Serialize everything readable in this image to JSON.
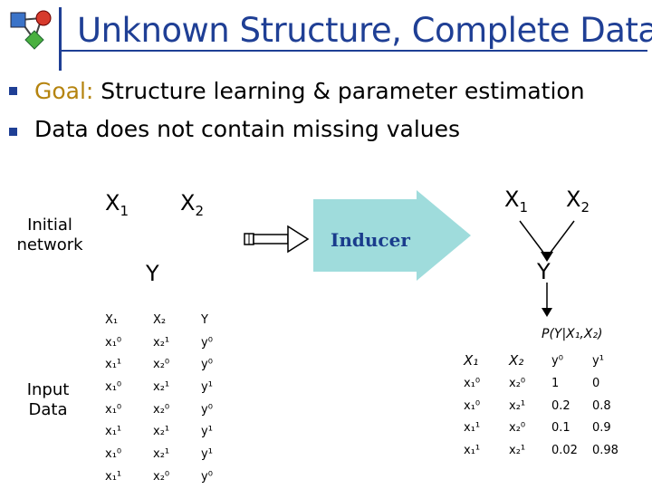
{
  "title": "Unknown Structure, Complete Data",
  "bullets": [
    {
      "label": "Goal:",
      "text": " Structure learning & parameter estimation"
    },
    {
      "label": "",
      "text": "Data does not contain missing values"
    }
  ],
  "initial_network_label": [
    "Initial",
    "network"
  ],
  "input_data_label": [
    "Input",
    "Data"
  ],
  "inducer_label": "Inducer",
  "nodes": {
    "x1": "X",
    "x2": "X",
    "y": "Y",
    "x1_sub": "1",
    "x2_sub": "2"
  },
  "input_table": {
    "headers": [
      "X₁",
      "X₂",
      "Y"
    ],
    "rows": [
      [
        "x₁⁰",
        "x₂¹",
        "y⁰"
      ],
      [
        "x₁¹",
        "x₂⁰",
        "y⁰"
      ],
      [
        "x₁⁰",
        "x₂¹",
        "y¹"
      ],
      [
        "x₁⁰",
        "x₂⁰",
        "y⁰"
      ],
      [
        "x₁¹",
        "x₂¹",
        "y¹"
      ],
      [
        "x₁⁰",
        "x₂¹",
        "y¹"
      ],
      [
        "x₁¹",
        "x₂⁰",
        "y⁰"
      ]
    ]
  },
  "cpt": {
    "title": "P(Y|X₁,X₂)",
    "headers": [
      "X₁",
      "X₂",
      "y⁰",
      "y¹"
    ],
    "rows": [
      [
        "x₁⁰",
        "x₂⁰",
        "1",
        "0"
      ],
      [
        "x₁⁰",
        "x₂¹",
        "0.2",
        "0.8"
      ],
      [
        "x₁¹",
        "x₂⁰",
        "0.1",
        "0.9"
      ],
      [
        "x₁¹",
        "x₂¹",
        "0.02",
        "0.98"
      ]
    ]
  },
  "colors": {
    "title": "#1f3f95",
    "goal": "#b5840f",
    "inducer_arrow": "#9fdcdc",
    "inducer_text": "#1a3c8c"
  }
}
